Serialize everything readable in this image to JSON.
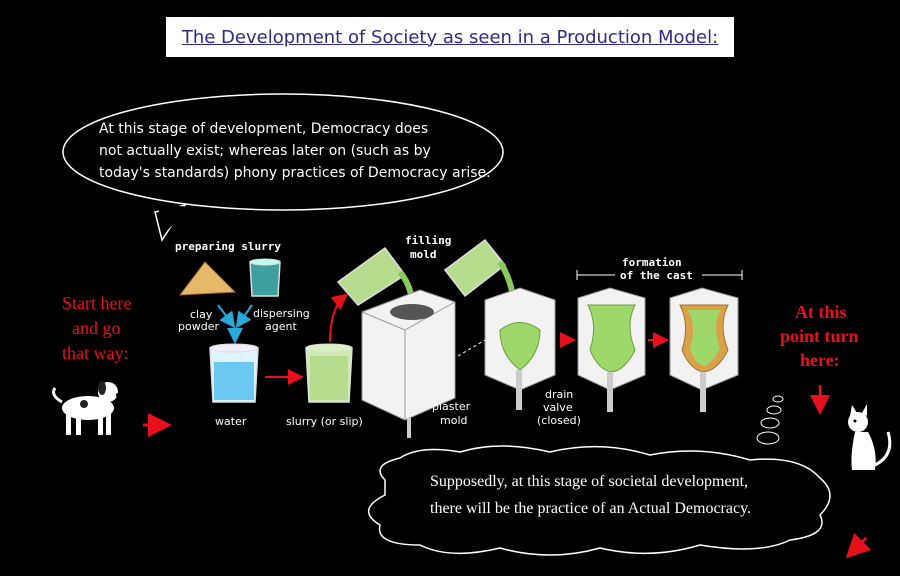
{
  "title": "The Development of Society as seen in a Production Model:",
  "speech_bubble": {
    "lines": [
      "At this stage of development, Democracy does",
      "not actually exist; whereas later on (such as by",
      "today's standards) phony practices of Democracy arise."
    ]
  },
  "thought_bubble": {
    "lines": [
      "Supposedly, at this stage of societal development,",
      "there will be the practice of an Actual Democracy."
    ]
  },
  "start_text": [
    "Start here",
    "and go",
    "that way:"
  ],
  "turn_text": [
    "At this",
    "point turn",
    "here:"
  ],
  "labels": {
    "preparing_slurry": "preparing slurry",
    "clay_powder": [
      "clay",
      "powder"
    ],
    "dispersing_agent": [
      "dispersing",
      "agent"
    ],
    "water": "water",
    "slurry": "slurry (or slip)",
    "filling_mold": [
      "filling",
      "mold"
    ],
    "plaster_mold": [
      "plaster",
      "mold"
    ],
    "drain_valve": [
      "drain",
      "valve",
      "(closed)"
    ],
    "formation": [
      "formation",
      "of the cast"
    ]
  },
  "colors": {
    "slip_green": "#9ed86a",
    "arrow_red": "#e8101a",
    "title_text": "#2e2a8c",
    "cast_tan": "#d9a24a"
  }
}
